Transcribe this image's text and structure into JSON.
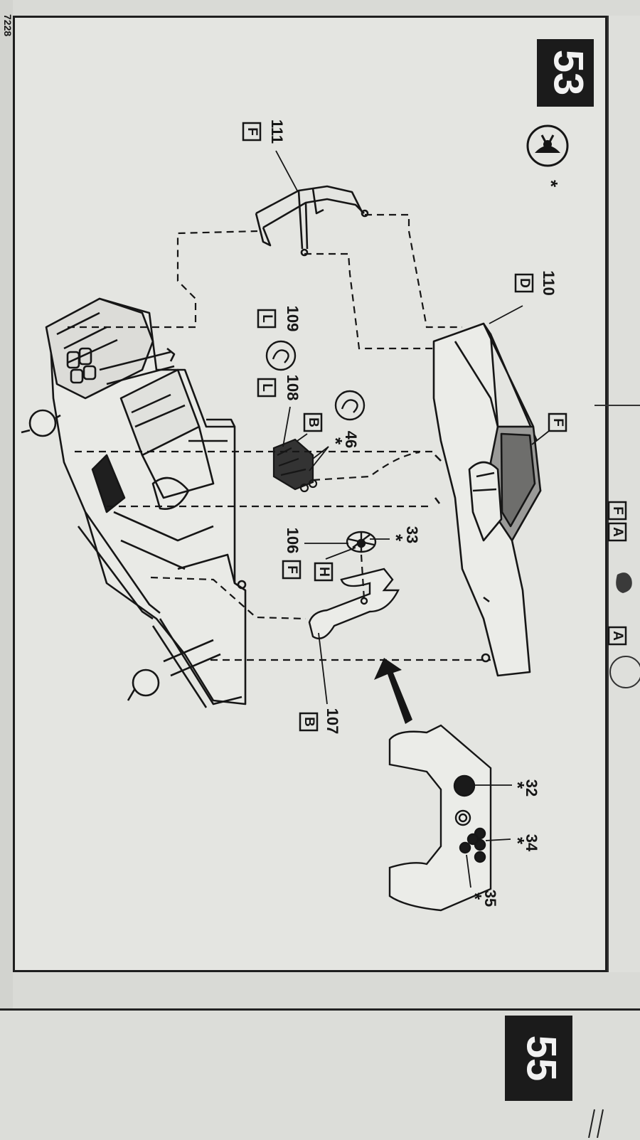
{
  "page": {
    "corner_code": "7228",
    "step_number": "53",
    "next_step_number": "55",
    "step_mark": "*"
  },
  "parts": [
    {
      "id": "p111",
      "number": "111",
      "sprue": "F"
    },
    {
      "id": "p110",
      "number": "110",
      "sprue": "D"
    },
    {
      "id": "p109",
      "number": "109",
      "sprue": "L"
    },
    {
      "id": "p108",
      "number": "108",
      "sprue": "L"
    },
    {
      "id": "p46",
      "number": "46",
      "sprue": "B",
      "mark": "*"
    },
    {
      "id": "p33",
      "number": "33",
      "mark": "*"
    },
    {
      "id": "p106",
      "number": "106",
      "sprue": "F"
    },
    {
      "id": "pH",
      "sprue": "H"
    },
    {
      "id": "p107",
      "number": "107",
      "sprue": "B"
    },
    {
      "id": "p32",
      "number": "32",
      "mark": "*"
    },
    {
      "id": "p34",
      "number": "34",
      "mark": "*"
    },
    {
      "id": "p35",
      "number": "35",
      "mark": "*"
    }
  ],
  "body_sprue": "F",
  "side_labels": [
    "F",
    "A",
    "A"
  ],
  "icons": {
    "step_icon": "decal-application-icon",
    "paint_icon": "paint-swirl-icon",
    "arrow": "insert-direction-arrow"
  },
  "colors": {
    "paper": "#e4e5e1",
    "ink": "#161616",
    "step_box": "#1b1b1b"
  }
}
